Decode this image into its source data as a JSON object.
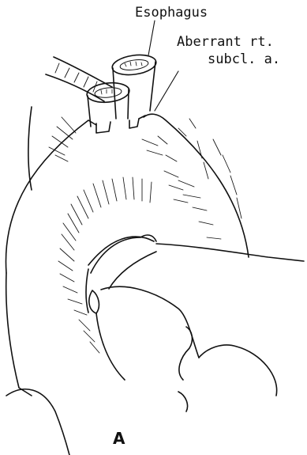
{
  "labels": {
    "esophagus": "Esophagus",
    "aberrant_line1": "Aberrant rt.",
    "aberrant_line2": "subcl. a.",
    "panel": "A"
  },
  "colors": {
    "ink": "#111111",
    "background": "#ffffff"
  }
}
